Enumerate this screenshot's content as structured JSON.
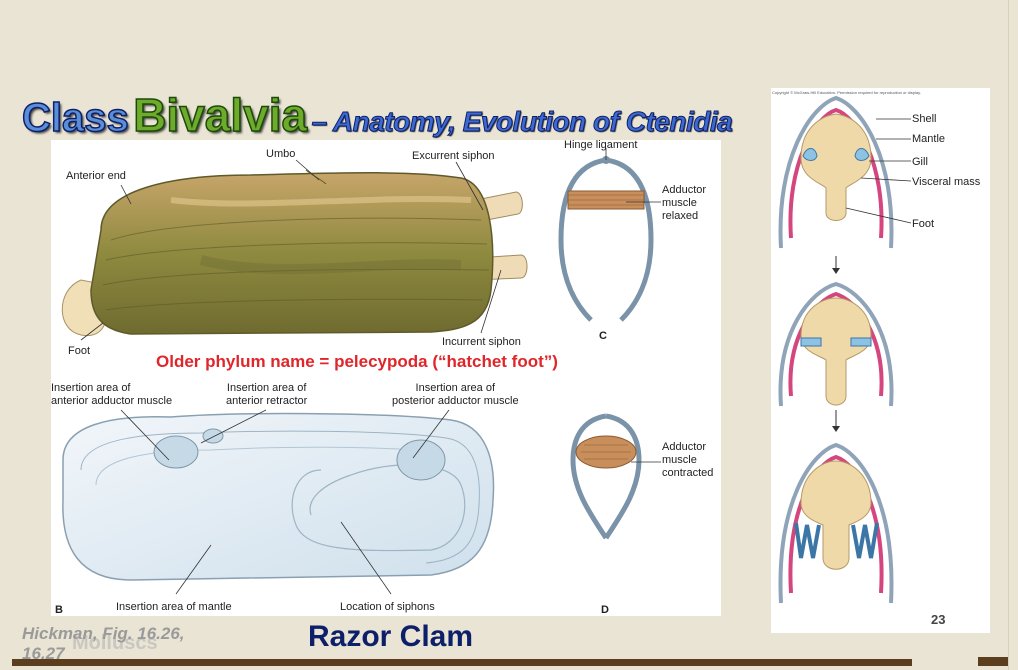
{
  "title": {
    "class_word": "Class",
    "bivalvia_word": "Bivalvia",
    "subtitle": "– Anatomy, Evolution of Ctenidia"
  },
  "figure_external": {
    "labels": {
      "umbo": "Umbo",
      "excurrent_siphon": "Excurrent siphon",
      "anterior_end": "Anterior end",
      "foot": "Foot",
      "incurrent_siphon": "Incurrent siphon"
    }
  },
  "figure_internal": {
    "labels": {
      "insertion_anterior_adductor": [
        "Insertion area of",
        "anterior adductor muscle"
      ],
      "insertion_anterior_retractor": [
        "Insertion area of",
        "anterior retractor"
      ],
      "insertion_posterior_adductor": [
        "Insertion area of",
        "posterior adductor muscle"
      ],
      "insertion_mantle": "Insertion area of mantle",
      "location_siphons": "Location of siphons",
      "letter": "B"
    }
  },
  "figure_cross_sections": {
    "hinge_ligament": "Hinge ligament",
    "relaxed": [
      "Adductor",
      "muscle",
      "relaxed"
    ],
    "contracted": [
      "Adductor",
      "muscle",
      "contracted"
    ],
    "letter_c": "C",
    "letter_d": "D"
  },
  "figure_evolution": {
    "copyright": "Copyright © McGraw-Hill Education. Permission required for reproduction or display.",
    "labels": {
      "shell": "Shell",
      "mantle": "Mantle",
      "gill": "Gill",
      "visceral_mass": "Visceral mass",
      "foot": "Foot"
    },
    "page_number": "23"
  },
  "note": "Older phylum name = pelecypoda (“hatchet foot”)",
  "footer": {
    "credit": [
      "Hickman, Fig. 16.26,",
      "16.27"
    ],
    "ghost_text": "Molluscs",
    "caption": "Razor Clam"
  },
  "colors": {
    "background": "#e9e4d3",
    "title_blue": "#3d6ad1",
    "title_green": "#6eab2c",
    "note_red": "#e0262a",
    "caption_navy": "#0e1f6a",
    "bar_brown": "#5a3e1e"
  }
}
